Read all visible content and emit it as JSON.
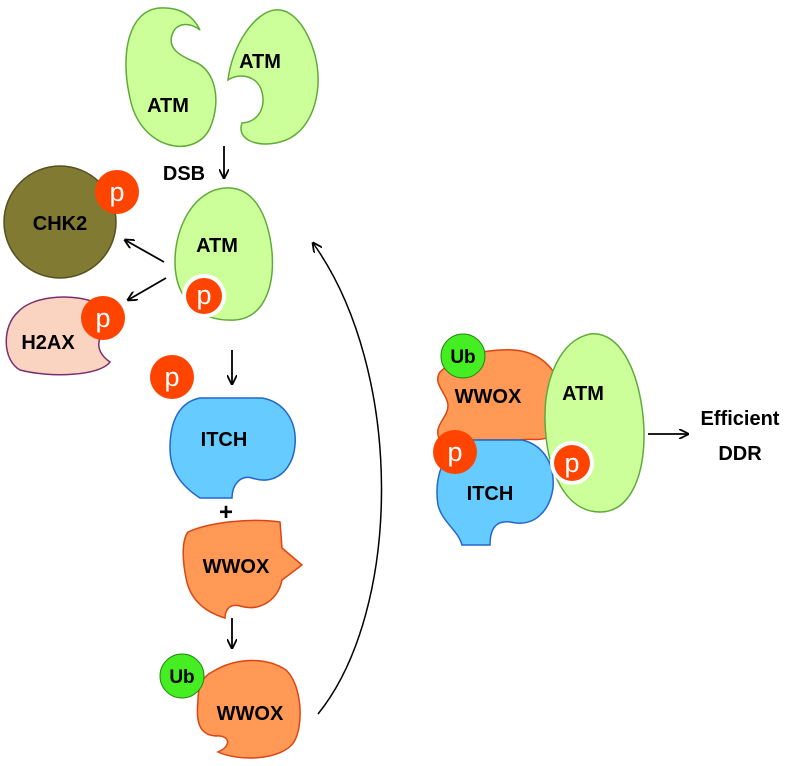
{
  "labels": {
    "atm": "ATM",
    "dsb": "DSB",
    "chk2": "CHK2",
    "h2ax": "H2AX",
    "itch": "ITCH",
    "wwox": "WWOX",
    "plus": "+",
    "p": "p",
    "ub": "Ub",
    "efficient": "Efficient",
    "ddr": "DDR"
  },
  "colors": {
    "atm_fill": "#ccff99",
    "atm_stroke": "#5faa3a",
    "itch_fill": "#66ccff",
    "itch_stroke": "#2266cc",
    "wwox_fill": "#ff9955",
    "wwox_stroke": "#dd4411",
    "chk2_fill": "#807a33",
    "chk2_stroke": "#55501f",
    "h2ax_fill": "#fbd3c1",
    "h2ax_stroke": "#7a2e6e",
    "phospho": "#ff4400",
    "ubiquitin": "#44ee22",
    "arrow": "#000000"
  }
}
